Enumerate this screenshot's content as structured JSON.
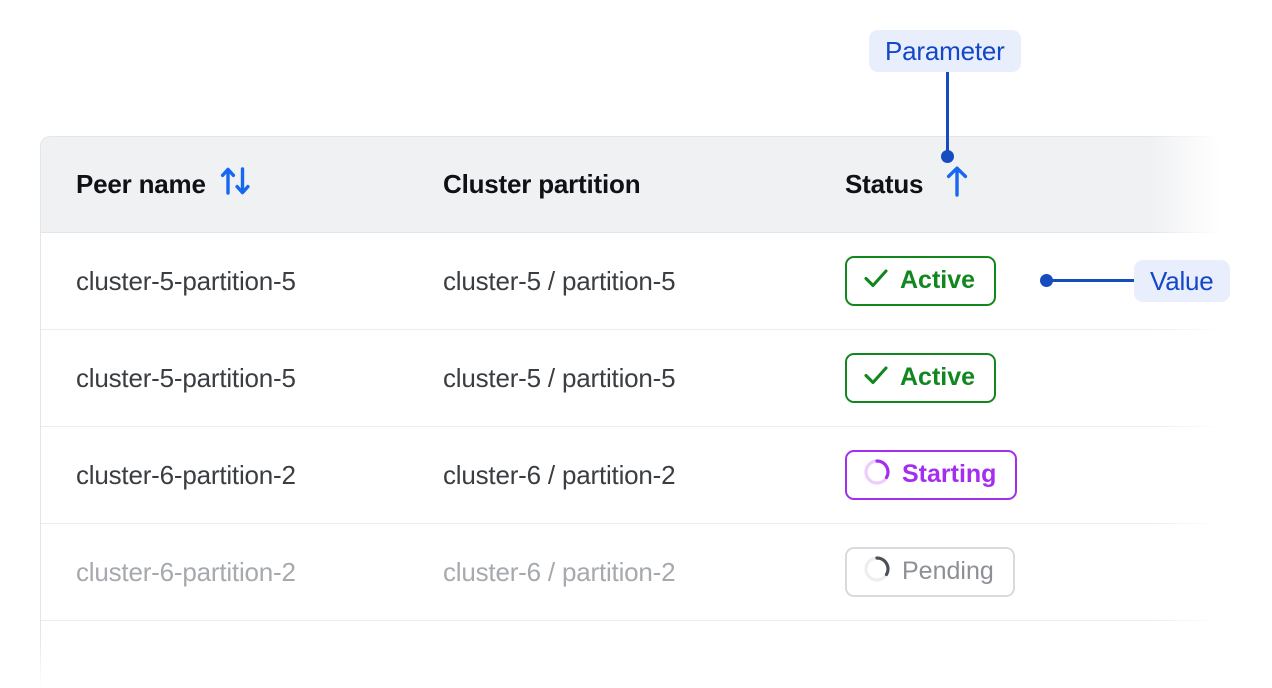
{
  "table": {
    "columns": [
      {
        "key": "peer_name",
        "label": "Peer name",
        "sort_icon": "sort-updown-icon"
      },
      {
        "key": "cluster_partition",
        "label": "Cluster partition",
        "sort_icon": "none"
      },
      {
        "key": "status",
        "label": "Status",
        "sort_icon": "sort-up-icon"
      }
    ],
    "rows": [
      {
        "peer_name": "cluster-5-partition-5",
        "cluster_partition": "cluster-5 / partition-5",
        "status": "Active",
        "status_kind": "active",
        "status_icon": "check-icon",
        "muted": false
      },
      {
        "peer_name": "cluster-5-partition-5",
        "cluster_partition": "cluster-5 / partition-5",
        "status": "Active",
        "status_kind": "active",
        "status_icon": "check-icon",
        "muted": false
      },
      {
        "peer_name": "cluster-6-partition-2",
        "cluster_partition": "cluster-6 / partition-2",
        "status": "Starting",
        "status_kind": "starting",
        "status_icon": "spinner-icon",
        "muted": false
      },
      {
        "peer_name": "cluster-6-partition-2",
        "cluster_partition": "cluster-6 / partition-2",
        "status": "Pending",
        "status_kind": "pending",
        "status_icon": "spinner-icon",
        "muted": true
      }
    ]
  },
  "annotations": {
    "parameter": {
      "label": "Parameter"
    },
    "value": {
      "label": "Value"
    }
  },
  "colors": {
    "annotation_blue": "#154cc0",
    "annotation_bg": "#e8eefc",
    "active_green": "#12871f",
    "starting_purple": "#a42df0",
    "pending_gray": "#8d9095",
    "header_bg": "#f0f1f3",
    "sort_icon_blue": "#1668f0"
  }
}
